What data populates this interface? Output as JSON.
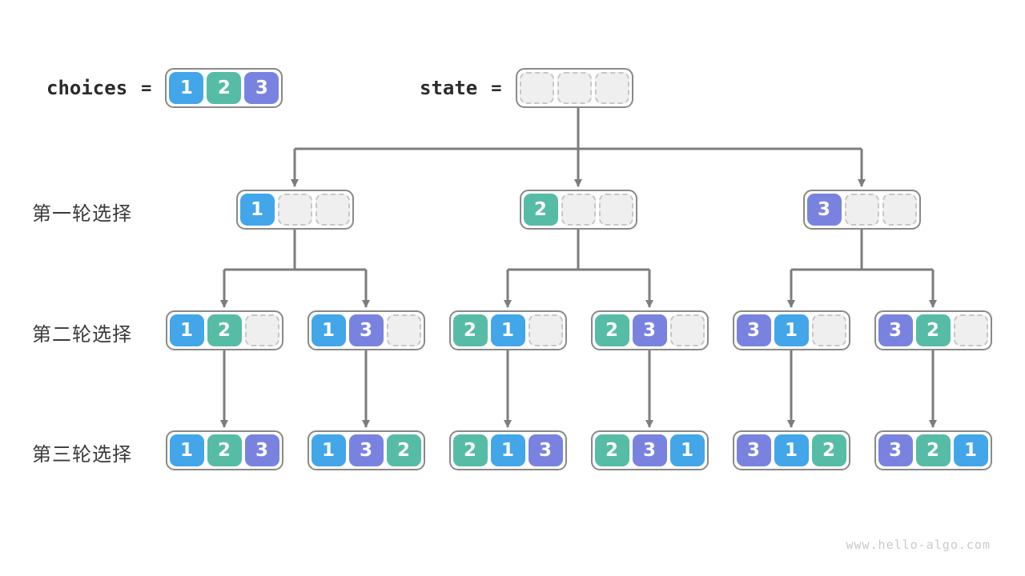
{
  "watermark": "www.hello-algo.com",
  "colors": {
    "cell1": "#42A6E9",
    "cell2": "#56BCA6",
    "cell3": "#7983DF",
    "emptyFill": "#EFEFEF",
    "emptyBorder": "#C7C7C7",
    "boxBorder": "#898989",
    "arrow": "#7D7D7D",
    "labelText": "#3A3A3A",
    "codeText": "#2B2B2B",
    "cellText": "#FFFFFF",
    "watermarkText": "#C9C9C9"
  },
  "legend": {
    "choices": {
      "label": "choices",
      "equals": "=",
      "cells": [
        "1",
        "2",
        "3"
      ]
    },
    "state": {
      "label": "state",
      "equals": "=",
      "cells": [
        "",
        "",
        ""
      ]
    }
  },
  "rows": [
    {
      "label": "第一轮选择",
      "nodes": [
        {
          "cells": [
            "1",
            "",
            ""
          ],
          "parent": "state"
        },
        {
          "cells": [
            "2",
            "",
            ""
          ],
          "parent": "state"
        },
        {
          "cells": [
            "3",
            "",
            ""
          ],
          "parent": "state"
        }
      ]
    },
    {
      "label": "第二轮选择",
      "nodes": [
        {
          "cells": [
            "1",
            "2",
            ""
          ],
          "parent": 0
        },
        {
          "cells": [
            "1",
            "3",
            ""
          ],
          "parent": 0
        },
        {
          "cells": [
            "2",
            "1",
            ""
          ],
          "parent": 1
        },
        {
          "cells": [
            "2",
            "3",
            ""
          ],
          "parent": 1
        },
        {
          "cells": [
            "3",
            "1",
            ""
          ],
          "parent": 2
        },
        {
          "cells": [
            "3",
            "2",
            ""
          ],
          "parent": 2
        }
      ]
    },
    {
      "label": "第三轮选择",
      "nodes": [
        {
          "cells": [
            "1",
            "2",
            "3"
          ],
          "parent": 0
        },
        {
          "cells": [
            "1",
            "3",
            "2"
          ],
          "parent": 1
        },
        {
          "cells": [
            "2",
            "1",
            "3"
          ],
          "parent": 2
        },
        {
          "cells": [
            "2",
            "3",
            "1"
          ],
          "parent": 3
        },
        {
          "cells": [
            "3",
            "1",
            "2"
          ],
          "parent": 4
        },
        {
          "cells": [
            "3",
            "2",
            "1"
          ],
          "parent": 5
        }
      ]
    }
  ]
}
